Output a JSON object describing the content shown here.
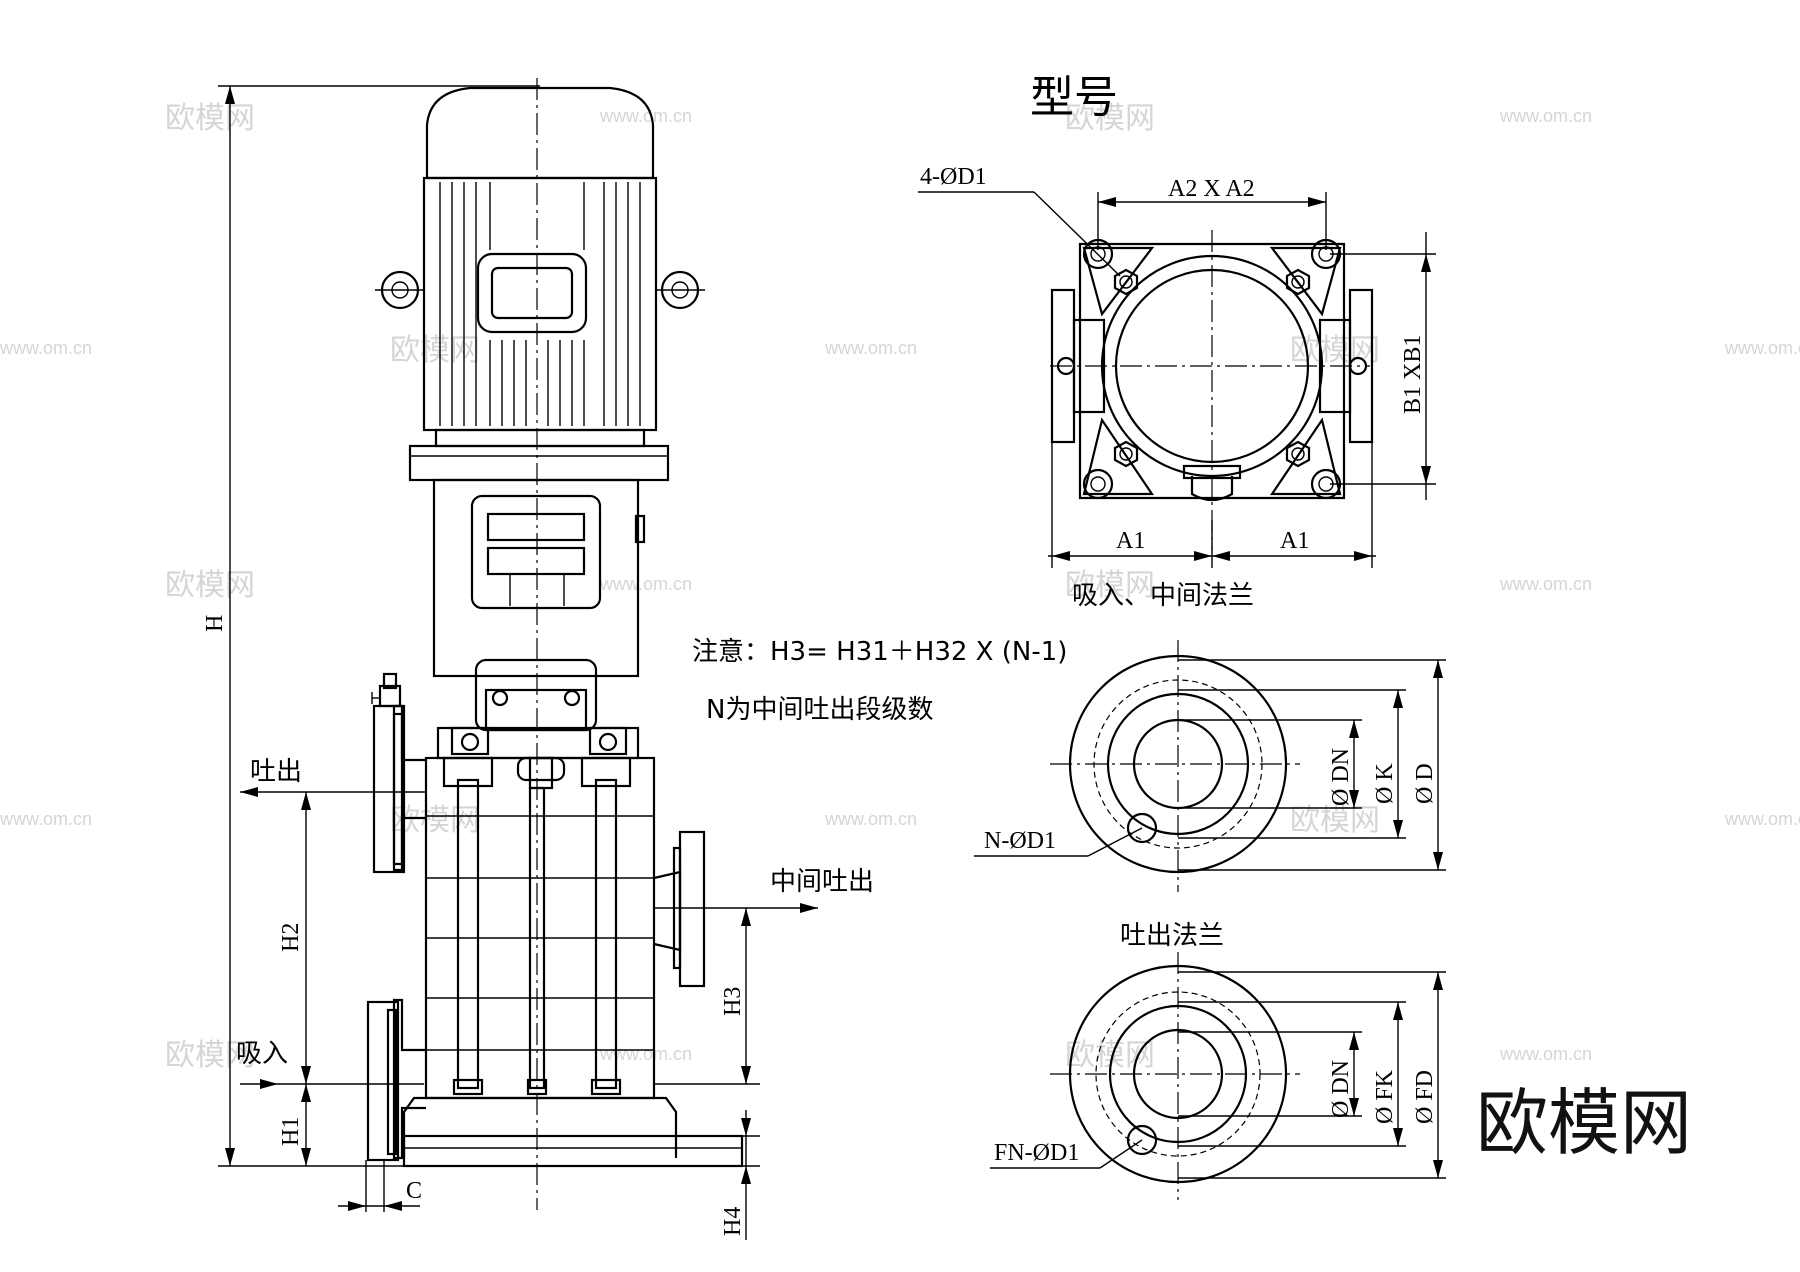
{
  "title": "型号",
  "labels": {
    "H": "H",
    "H1": "H1",
    "H2": "H2",
    "H3": "H3",
    "H4": "H4",
    "C": "C",
    "outlet": "吐出",
    "inlet": "吸入",
    "mid_outlet": "中间吐出",
    "bolt_holes": "4-ØD1",
    "A2xA2": "A2 X A2",
    "B1xB1": "B1 XB1",
    "A1_left": "A1",
    "A1_right": "A1",
    "suction_mid_flange": "吸入、中间法兰",
    "note_line1": "注意：H3= H31＋H32  X  (N-1)",
    "note_line2": "N为中间吐出段级数",
    "phi_DN_1": "Ø DN",
    "phi_K": "Ø K",
    "phi_D": "Ø D",
    "N_D1": "N-ØD1",
    "outlet_flange": "吐出法兰",
    "phi_DN_2": "Ø DN",
    "phi_FK": "Ø FK",
    "phi_FD": "Ø FD",
    "FN_D1": "FN-ØD1"
  },
  "watermark": {
    "brand": "欧模网",
    "url": "www.om.cn"
  }
}
